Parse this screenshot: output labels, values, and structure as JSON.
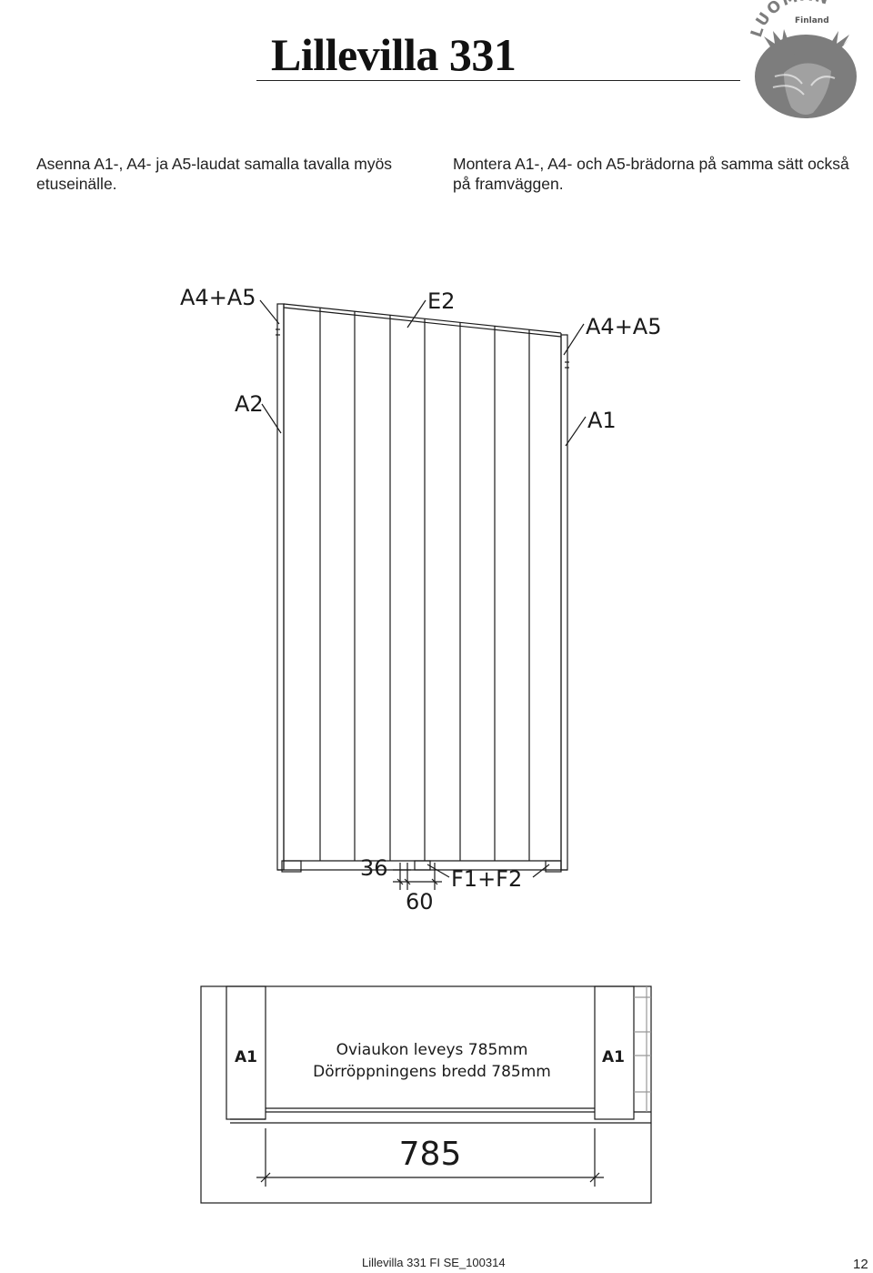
{
  "header": {
    "title": "Lillevilla 331",
    "logo": {
      "text": "LUOMAN",
      "subtext": "Finland",
      "icon": "moose-head-icon"
    }
  },
  "instructions": {
    "fi": "Asenna A1-, A4- ja A5-laudat samalla tavalla myös etuseinälle.",
    "se": "Montera A1-, A4- och A5-brädorna på samma sätt också på framväggen."
  },
  "wall_diagram": {
    "labels": {
      "top_left": "A4+A5",
      "top_center": "E2",
      "top_right": "A4+A5",
      "mid_left": "A2",
      "mid_right": "A1",
      "dim_small": "36",
      "dim_bottom": "60",
      "bottom_right": "F1+F2"
    }
  },
  "door_diagram": {
    "left_post": "A1",
    "right_post": "A1",
    "caption_fi": "Oviaukon leveys 785mm",
    "caption_se": "Dörröppningens bredd 785mm",
    "dimension": "785"
  },
  "footer": {
    "doc_ref": "Lillevilla 331  FI SE_100314",
    "page_number": "12"
  },
  "colors": {
    "ink": "#1a1a1a",
    "logo_gray": "#7d7d7d"
  }
}
